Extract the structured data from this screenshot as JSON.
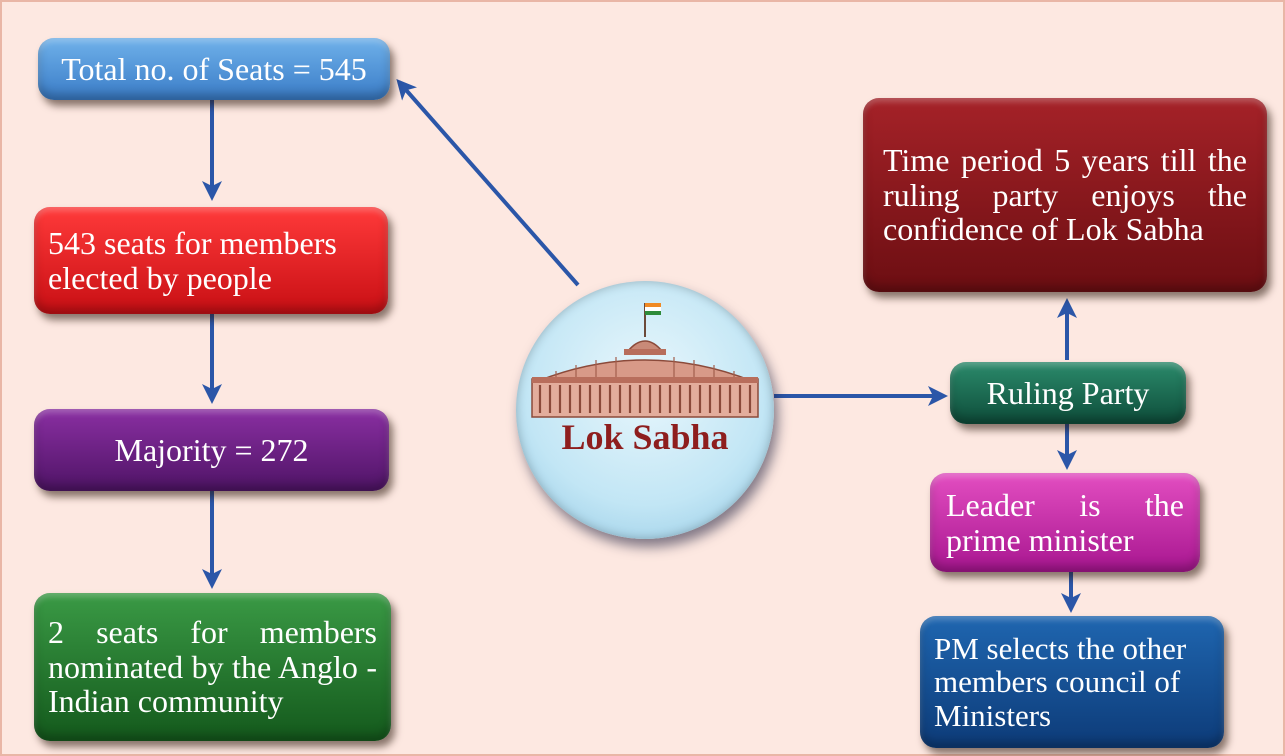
{
  "boxes": {
    "total_seats": "Total no. of Seats = 545",
    "elected_seats": "543 seats for members elected by people",
    "majority": "Majority = 272",
    "nominated_seats": "2 seats for members nominated by the Anglo - Indian community",
    "time_period": "Time period 5 years till the ruling party enjoys the confidence of Lok Sabha",
    "ruling_party": "Ruling Party",
    "leader": "Leader is the prime minister",
    "pm_selects": "PM selects the other members council of Ministers"
  },
  "hub": {
    "label": "Lok Sabha",
    "icon": "parliament-building-icon"
  },
  "colors": {
    "background": "#fde8e1",
    "arrow": "#2b56a8",
    "hub_label": "#8e1e1e"
  }
}
